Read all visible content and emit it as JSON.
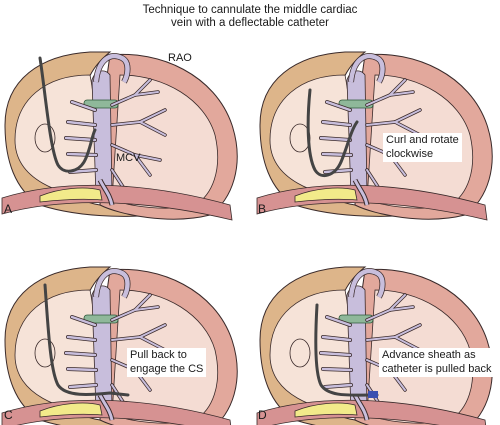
{
  "figure": {
    "title_line1": "Technique to cannulate the middle cardiac",
    "title_line2": "vein with a deflectable catheter"
  },
  "panels": [
    {
      "letter": "A",
      "notes": [
        "RAO",
        "MCV"
      ],
      "catheter": "loop"
    },
    {
      "letter": "B",
      "notes": [
        "Curl and rotate",
        "clockwise"
      ],
      "catheter": "curl"
    },
    {
      "letter": "C",
      "notes": [
        "Pull back to",
        "engage the CS"
      ],
      "catheter": "engage"
    },
    {
      "letter": "D",
      "notes": [
        "Advance sheath as",
        "catheter is pulled back"
      ],
      "catheter": "advance"
    }
  ],
  "colors": {
    "outer_heart": "#ddb58a",
    "myocardium": "#e6b3a8",
    "chamber": "#f4dcd3",
    "vein": "#c8bedc",
    "fat_band": "#2e8b2e",
    "diaphragm": "#d69292",
    "fat_pad": "#f2ea8a",
    "catheter": "#555555",
    "sheath_tip": "#3a4fb0"
  }
}
